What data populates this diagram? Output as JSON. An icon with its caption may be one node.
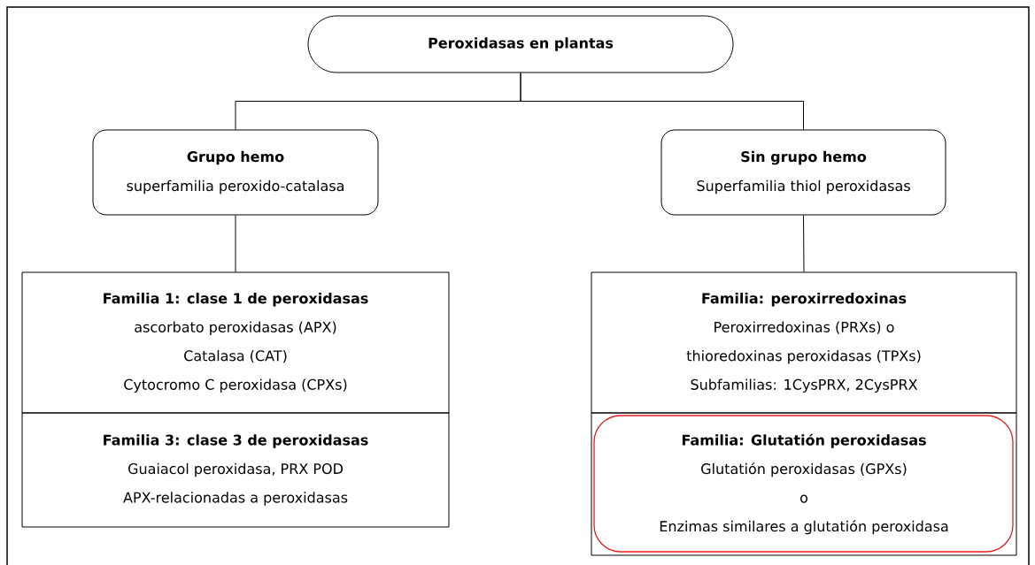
{
  "diagram": {
    "nodes": [
      {
        "text": [
          "Peroxidasas en plantas"
        ]
      },
      {
        "text": [
          "Grupo hemo",
          "superfamilia peroxido-catalasa"
        ]
      },
      {
        "text": [
          "Sin grupo hemo",
          "Superfamilia thiol peroxidasas"
        ]
      },
      {
        "text": [
          "Familia 1: clase 1 de peroxidasas",
          "ascorbato peroxidasas (APX)",
          "Catalasa (CAT)",
          "Cytocromo C peroxidasa (CPXs)"
        ]
      },
      {
        "text": [
          "Familia 3: clase 3 de peroxidasas",
          "Guaiacol peroxidasa, PRX POD",
          "APX-relacionadas a peroxidasas"
        ]
      },
      {
        "text": [
          "Familia: peroxirredoxinas",
          "Peroxirredoxinas (PRXs) o",
          "thioredoxinas peroxidasas (TPXs)",
          "Subfamilias: 1CysPRX, 2CysPRX"
        ]
      },
      {
        "text": [
          "Familia: Glutatión peroxidasas",
          "Glutatión peroxidasas (GPXs)",
          "o",
          "Enzimas similares a glutatión peroxidasa"
        ]
      }
    ],
    "edges": [
      {
        "from": 0,
        "to": 1,
        "arrow": "none"
      },
      {
        "from": 0,
        "to": 2,
        "arrow": "none"
      },
      {
        "from": 1,
        "to": 3,
        "arrow": "none"
      },
      {
        "from": 2,
        "to": 5,
        "arrow": "none"
      }
    ]
  }
}
